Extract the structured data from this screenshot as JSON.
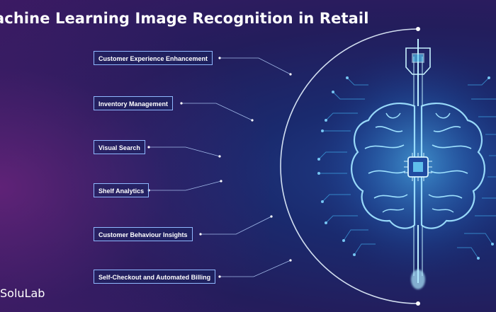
{
  "header": {
    "title": "achine Learning Image Recognition in Retail"
  },
  "items": [
    {
      "label": "Customer Experience Enhancement"
    },
    {
      "label": "Inventory Management"
    },
    {
      "label": "Visual Search"
    },
    {
      "label": "Shelf Analytics"
    },
    {
      "label": "Customer Behaviour Insights"
    },
    {
      "label": "Self-Checkout and Automated Billing"
    }
  ],
  "footer": {
    "logo": "SoluLab"
  },
  "colors": {
    "accent": "#8fd8ff",
    "glow": "#4fc3ff",
    "box_border": "#8fb8ff"
  },
  "icons": [
    "brain-circuit-icon",
    "chip-icon"
  ]
}
